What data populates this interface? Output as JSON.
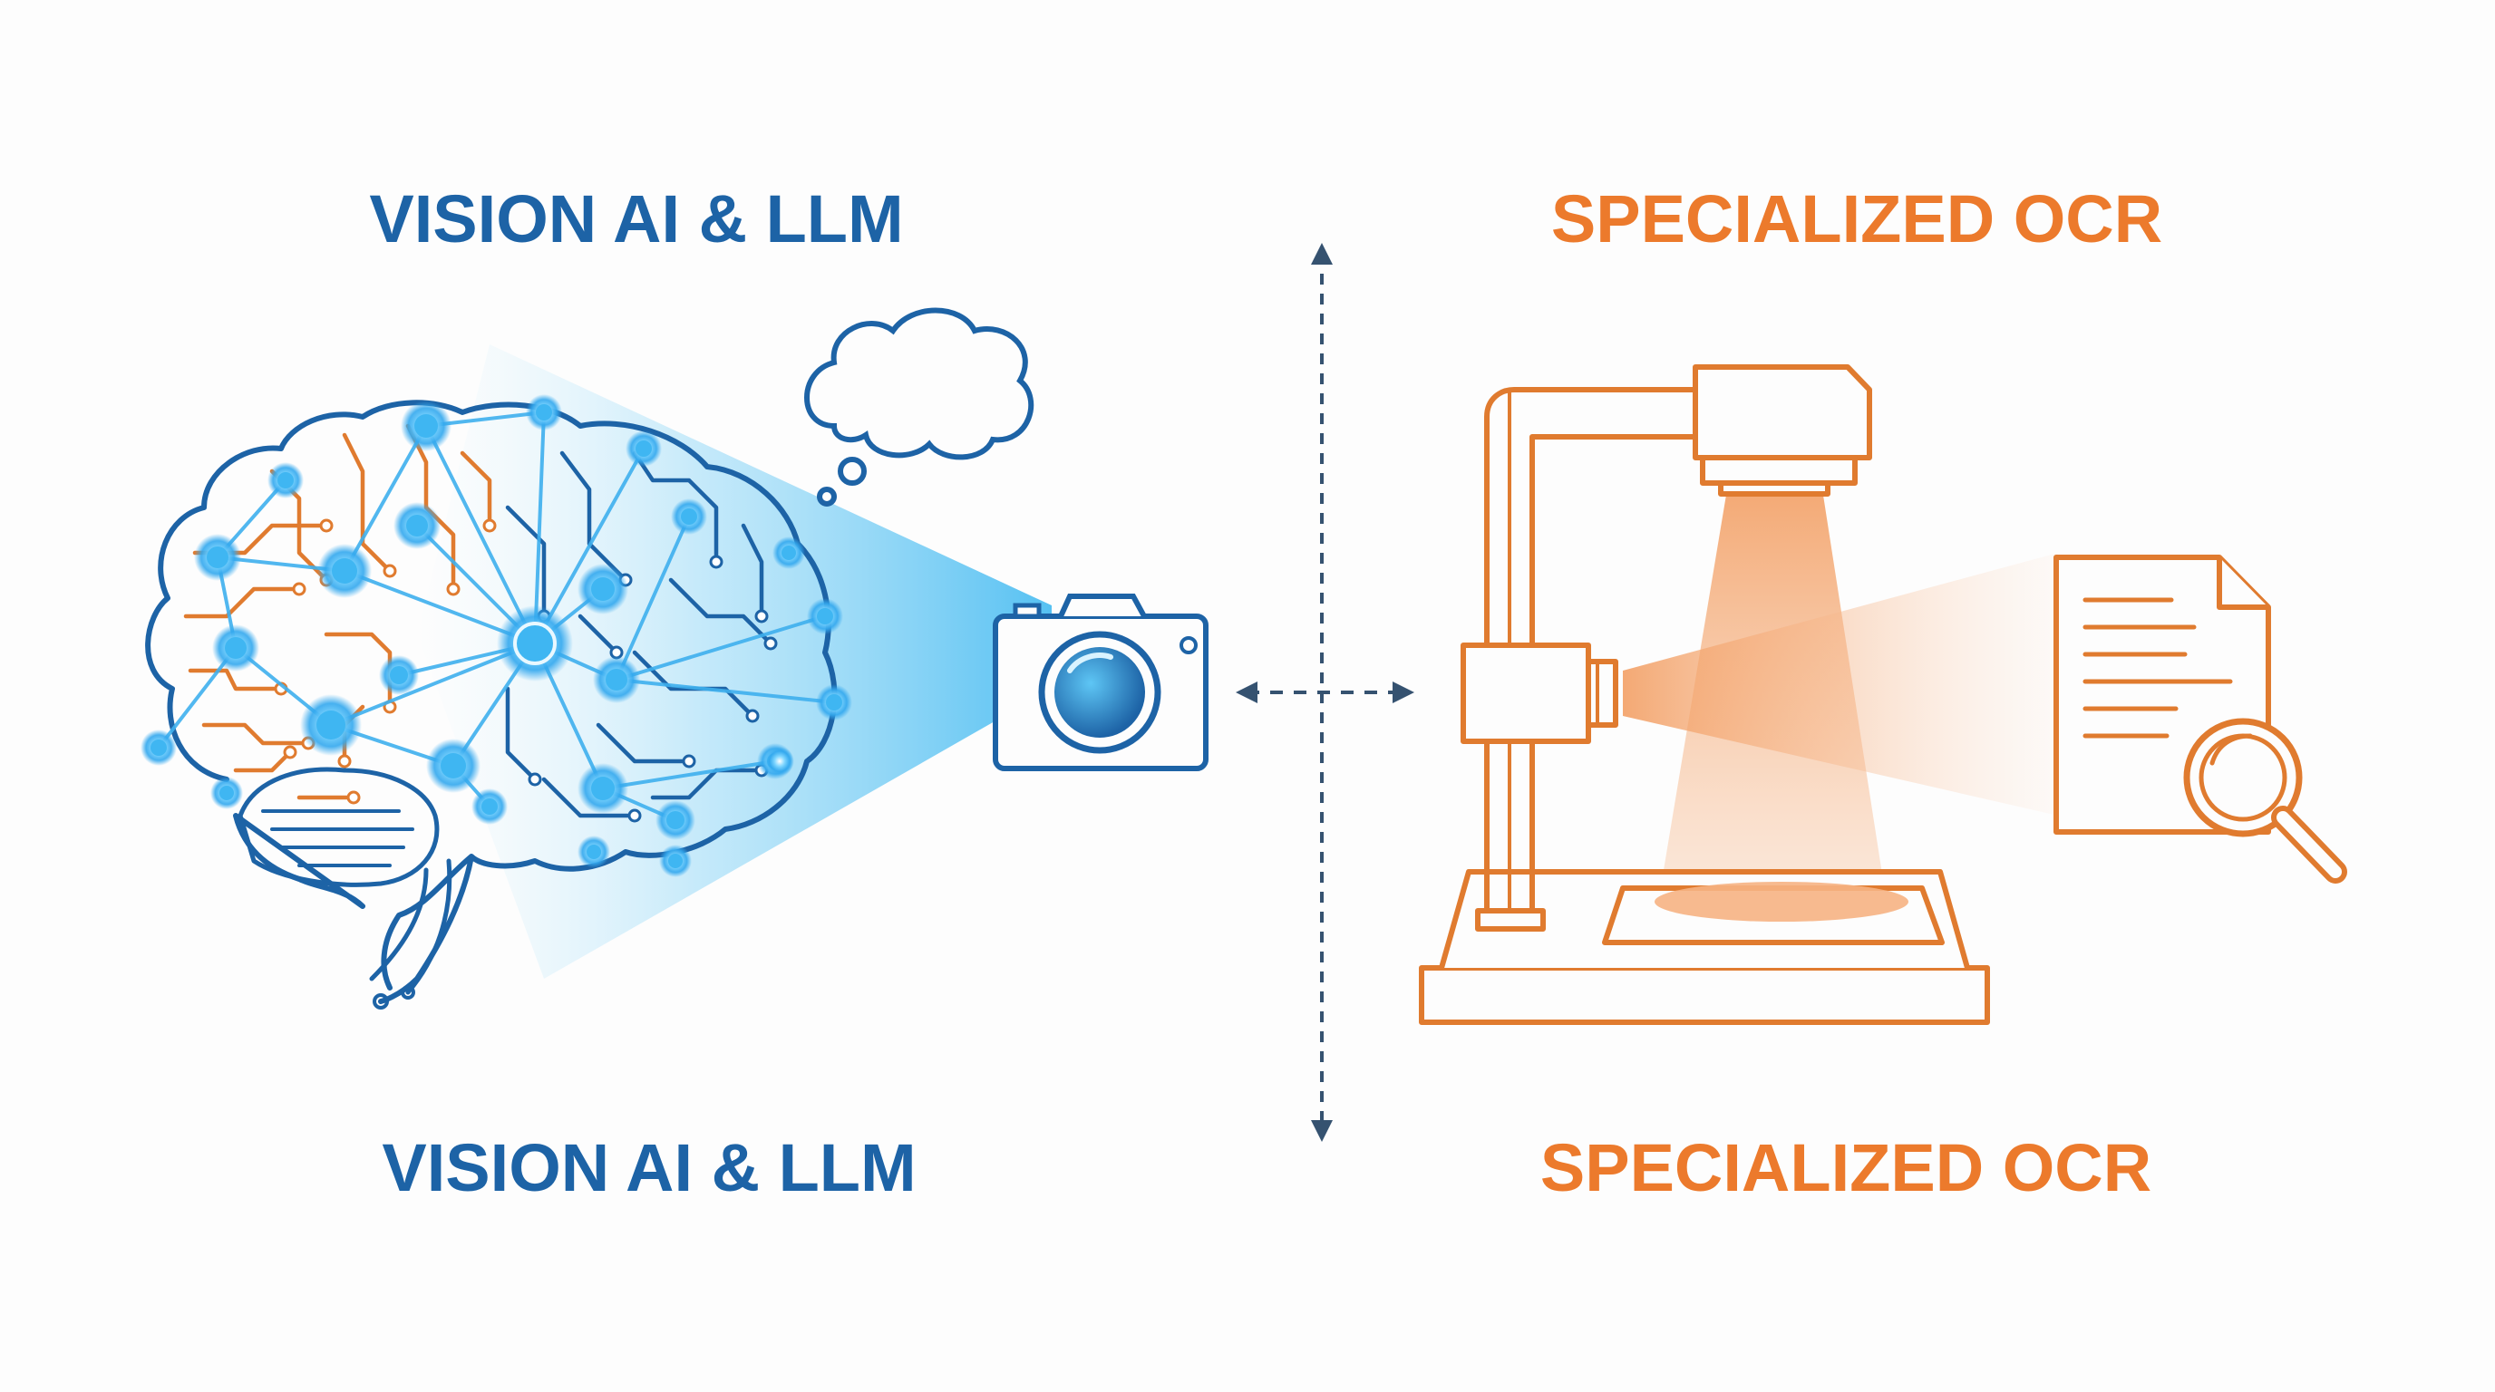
{
  "left_panel": {
    "title_top": "VISION AI & LLM",
    "title_bottom": "VISION AI & LLM",
    "icons": [
      "circuit-brain-icon",
      "thought-bubble-icon",
      "camera-icon",
      "vision-beam"
    ]
  },
  "right_panel": {
    "title_top": "SPECIALIZED OCR",
    "title_bottom": "SPECIALIZED OCR",
    "icons": [
      "document-scanner-icon",
      "scanner-light-beam",
      "document-icon",
      "magnifier-icon"
    ]
  },
  "divider": {
    "icons": [
      "vertical-double-arrow-icon",
      "horizontal-double-arrow-icon"
    ]
  },
  "colors": {
    "blue": "#1d63a6",
    "light_blue": "#38b6f0",
    "orange": "#ec7a2c",
    "background": "#fdfdfd"
  }
}
